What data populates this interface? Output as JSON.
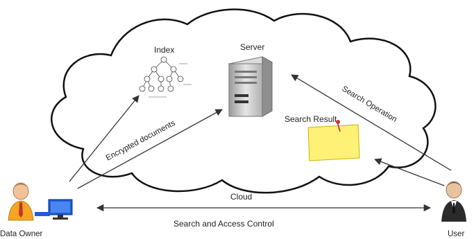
{
  "diagram": {
    "labels": {
      "index": "Index",
      "server": "Server",
      "search_result": "Search Result",
      "search_operation": "Search Operation",
      "encrypted_documents": "Encrypted documents",
      "cloud": "Cloud",
      "search_access_control": "Search and Access Control",
      "data_owner": "Data Owner",
      "user": "User"
    },
    "icons": [
      "cloud-shape",
      "index-tree-icon",
      "server-icon",
      "sticky-note-icon",
      "data-owner-icon",
      "user-icon"
    ],
    "colors": {
      "cloud_stroke": "#111111",
      "note_fill": "#fff176",
      "owner_shirt": "#f5a623",
      "monitor_blue": "#1e5bd6",
      "server_gray": "#c8c8c8",
      "user_suit": "#2b2b2b"
    }
  }
}
